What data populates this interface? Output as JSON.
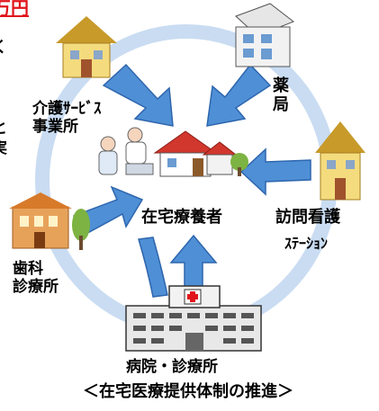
{
  "top_fragment": "万円",
  "left_edge_fragments": [
    "く",
    "と",
    "実"
  ],
  "nodes": {
    "care_service": "介護ｻｰﾋﾞｽ\n事業所",
    "pharmacy": "薬\n局",
    "home_patient": "在宅療養者",
    "visiting_nurse": "訪問看護",
    "visiting_nurse_station": "ｽﾃｰｼｮﾝ",
    "dental_clinic": "歯科\n診療所",
    "hospital_clinic": "病院・診療所"
  },
  "caption": "＜在宅医療提供体制の推進＞",
  "colors": {
    "arrow_fill": "#4f8fd6",
    "arrow_stroke": "#2e66ad",
    "ring": "#c9dcf2",
    "house_wall": "#f4dc7e",
    "house_roof": "#c79a2a",
    "dental_roof": "#d77a2a",
    "accent_red": "#e0161c"
  }
}
